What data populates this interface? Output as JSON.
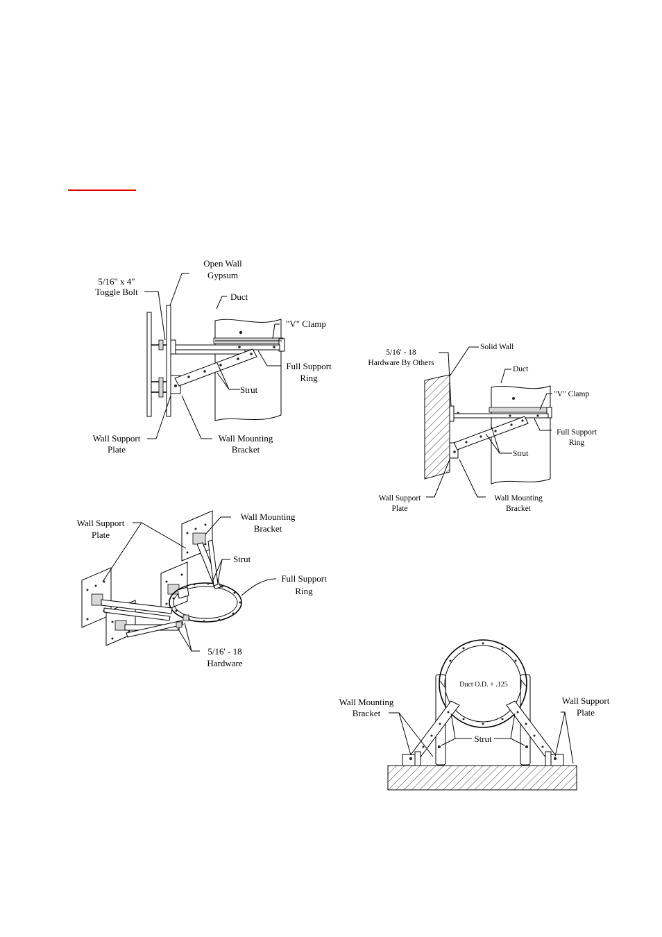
{
  "figure1": {
    "toggle_bolt": [
      "5/16\" x 4\"",
      "Toggle Bolt"
    ],
    "open_wall": [
      "Open Wall",
      "Gypsum"
    ],
    "duct": "Duct",
    "v_clamp": "\"V\" Clamp",
    "full_support_ring": [
      "Full Support",
      "Ring"
    ],
    "strut": "Strut",
    "wall_support_plate": [
      "Wall Support",
      "Plate"
    ],
    "wall_mounting_bracket": [
      "Wall Mounting",
      "Bracket"
    ]
  },
  "figure2": {
    "hardware": [
      "5/16' - 18",
      "Hardware By Others"
    ],
    "solid_wall": "Solid Wall",
    "duct": "Duct",
    "v_clamp": "\"V\" Clamp",
    "full_support_ring": [
      "Full Support",
      "Ring"
    ],
    "strut": "Strut",
    "wall_support_plate": [
      "Wall Support",
      "Plate"
    ],
    "wall_mounting_bracket": [
      "Wall Mounting",
      "Bracket"
    ]
  },
  "figure3": {
    "wall_support_plate": [
      "Wall Support",
      "Plate"
    ],
    "wall_mounting_bracket": [
      "Wall Mounting",
      "Bracket"
    ],
    "strut": "Strut",
    "full_support_ring": [
      "Full Support",
      "Ring"
    ],
    "hardware": [
      "5/16' - 18",
      "Hardware"
    ]
  },
  "figure4": {
    "duct_od": "Duct O.D. + .125",
    "wall_mounting_bracket": [
      "Wall Mounting",
      "Bracket"
    ],
    "strut": "Strut",
    "wall_support_plate": [
      "Wall Support",
      "Plate"
    ]
  },
  "colors": {
    "heading_rule": "#e00000",
    "ink": "#000000"
  }
}
